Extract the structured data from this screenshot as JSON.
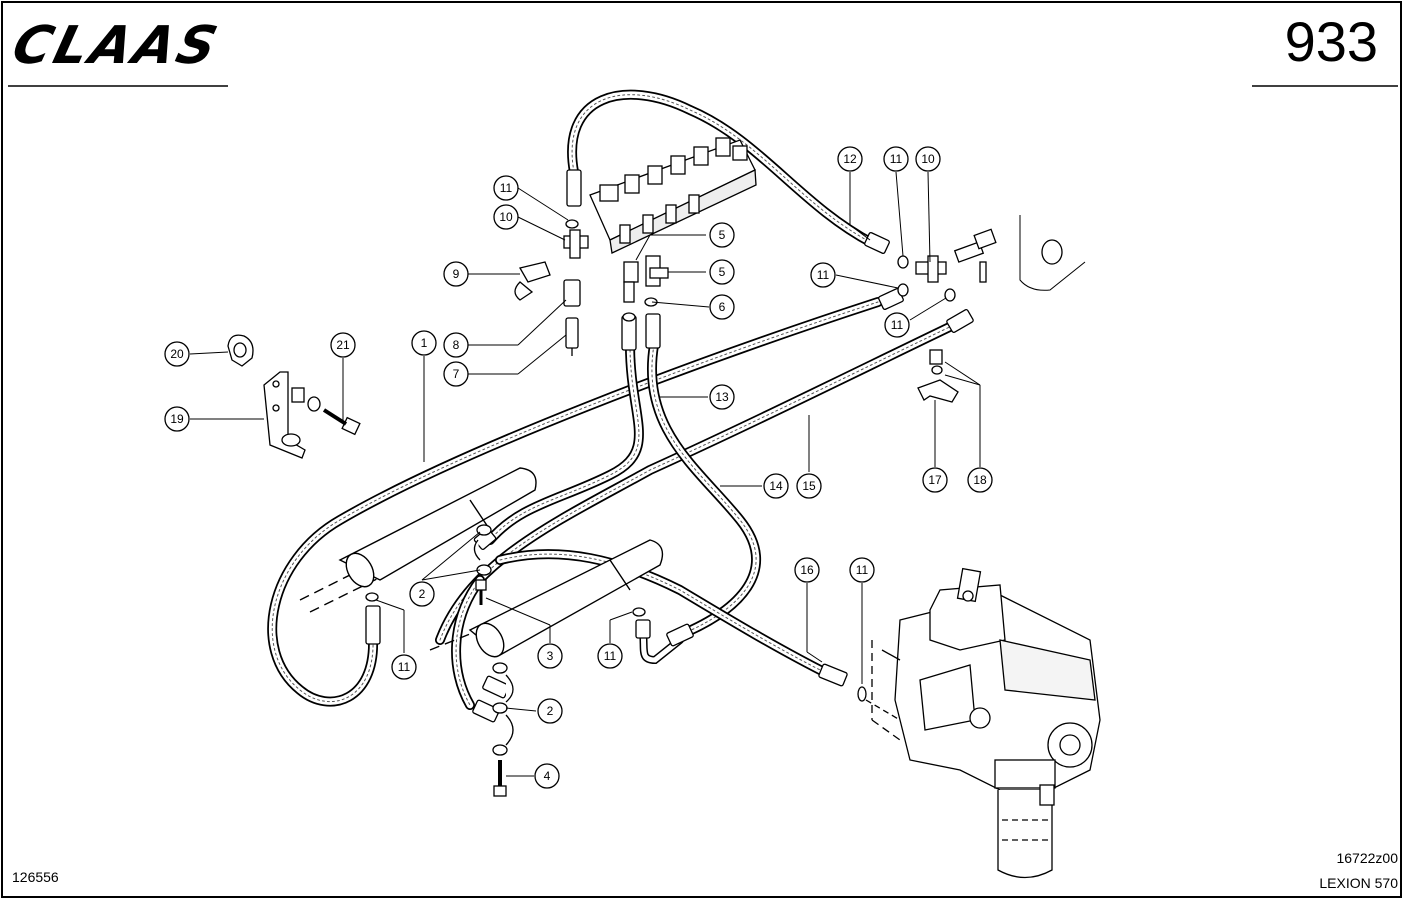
{
  "header": {
    "brand": "CLAAS",
    "page_number": "933"
  },
  "footer": {
    "document_id": "126556",
    "drawing_number": "16722z00",
    "model": "LEXION 570"
  },
  "callouts": [
    "12",
    "11",
    "10",
    "11",
    "10",
    "5",
    "5",
    "9",
    "11",
    "6",
    "8",
    "11",
    "7",
    "20",
    "21",
    "1",
    "19",
    "13",
    "14",
    "15",
    "17",
    "18",
    "2",
    "16",
    "11",
    "3",
    "11",
    "11",
    "2",
    "4"
  ],
  "colors": {
    "ink": "#000000",
    "paper": "#ffffff"
  }
}
